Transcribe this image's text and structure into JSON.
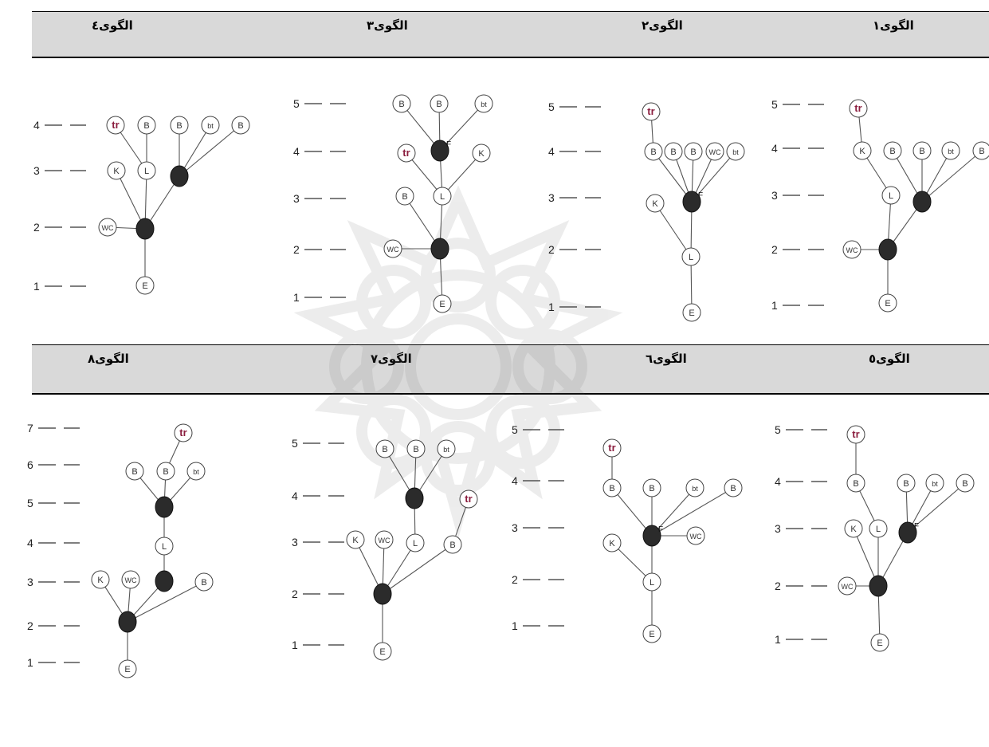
{
  "titles": [
    "الگوی۱",
    "الگوی۲",
    "الگوی۳",
    "الگوی٤",
    "الگوی٥",
    "الگوی٦",
    "الگوی۷",
    "الگوی۸"
  ],
  "colors": {
    "dark_node": "#2b2b2b",
    "label_red": "#8b1e3f",
    "line": "#555555",
    "band": "#d9d9d9"
  },
  "patterns": [
    {
      "id": "p1",
      "levels": [
        "1",
        "2",
        "3",
        "4",
        "5"
      ],
      "nodes": [
        {
          "id": "tr",
          "label": "tr"
        },
        {
          "id": "K",
          "label": "K"
        },
        {
          "id": "B1",
          "label": "B"
        },
        {
          "id": "B2",
          "label": "B"
        },
        {
          "id": "bt",
          "label": "bt"
        },
        {
          "id": "B3",
          "label": "B"
        },
        {
          "id": "L",
          "label": "L"
        },
        {
          "id": "F",
          "label": ""
        },
        {
          "id": "WC",
          "label": "WC"
        },
        {
          "id": "N",
          "label": ""
        },
        {
          "id": "E",
          "label": "E"
        }
      ],
      "edges": [
        [
          "tr",
          "K"
        ],
        [
          "K",
          "L"
        ],
        [
          "B1",
          "F"
        ],
        [
          "B2",
          "F"
        ],
        [
          "bt",
          "F"
        ],
        [
          "B3",
          "F"
        ],
        [
          "L",
          "N"
        ],
        [
          "F",
          "N"
        ],
        [
          "WC",
          "N"
        ],
        [
          "N",
          "E"
        ]
      ]
    },
    {
      "id": "p2",
      "levels": [
        "1",
        "2",
        "3",
        "4",
        "5"
      ],
      "nodes": [
        {
          "id": "tr",
          "label": "tr"
        },
        {
          "id": "B1",
          "label": "B"
        },
        {
          "id": "B2",
          "label": "B"
        },
        {
          "id": "B3",
          "label": "B"
        },
        {
          "id": "WC",
          "label": "WC"
        },
        {
          "id": "bt",
          "label": "bt"
        },
        {
          "id": "K",
          "label": "K"
        },
        {
          "id": "F",
          "label": "F"
        },
        {
          "id": "L",
          "label": "L"
        },
        {
          "id": "E",
          "label": "E"
        }
      ],
      "edges": [
        [
          "tr",
          "B1"
        ],
        [
          "B1",
          "F"
        ],
        [
          "B2",
          "F"
        ],
        [
          "B3",
          "F"
        ],
        [
          "WC",
          "F"
        ],
        [
          "bt",
          "F"
        ],
        [
          "K",
          "L"
        ],
        [
          "F",
          "L"
        ],
        [
          "L",
          "E"
        ]
      ]
    },
    {
      "id": "p3",
      "levels": [
        "1",
        "2",
        "3",
        "4",
        "5"
      ],
      "nodes": [
        {
          "id": "B1",
          "label": "B"
        },
        {
          "id": "B2",
          "label": "B"
        },
        {
          "id": "bt",
          "label": "bt"
        },
        {
          "id": "tr",
          "label": "tr"
        },
        {
          "id": "F",
          "label": "F"
        },
        {
          "id": "K",
          "label": "K"
        },
        {
          "id": "B3",
          "label": "B"
        },
        {
          "id": "L",
          "label": "L"
        },
        {
          "id": "WC",
          "label": "WC"
        },
        {
          "id": "N",
          "label": ""
        },
        {
          "id": "E",
          "label": "E"
        }
      ],
      "edges": [
        [
          "B1",
          "F"
        ],
        [
          "B2",
          "F"
        ],
        [
          "bt",
          "F"
        ],
        [
          "tr",
          "L"
        ],
        [
          "F",
          "L"
        ],
        [
          "K",
          "L"
        ],
        [
          "B3",
          "N"
        ],
        [
          "L",
          "N"
        ],
        [
          "WC",
          "N"
        ],
        [
          "N",
          "E"
        ]
      ]
    },
    {
      "id": "p4",
      "levels": [
        "1",
        "2",
        "3",
        "4"
      ],
      "nodes": [
        {
          "id": "tr",
          "label": "tr"
        },
        {
          "id": "B1",
          "label": "B"
        },
        {
          "id": "B2",
          "label": "B"
        },
        {
          "id": "bt",
          "label": "bt"
        },
        {
          "id": "B3",
          "label": "B"
        },
        {
          "id": "K",
          "label": "K"
        },
        {
          "id": "L",
          "label": "L"
        },
        {
          "id": "F",
          "label": ""
        },
        {
          "id": "WC",
          "label": "WC"
        },
        {
          "id": "N",
          "label": ""
        },
        {
          "id": "E",
          "label": "E"
        }
      ],
      "edges": [
        [
          "tr",
          "L"
        ],
        [
          "B1",
          "L"
        ],
        [
          "B2",
          "F"
        ],
        [
          "bt",
          "F"
        ],
        [
          "B3",
          "F"
        ],
        [
          "K",
          "N"
        ],
        [
          "L",
          "N"
        ],
        [
          "F",
          "N"
        ],
        [
          "WC",
          "N"
        ],
        [
          "N",
          "E"
        ]
      ]
    },
    {
      "id": "p5",
      "levels": [
        "1",
        "2",
        "3",
        "4",
        "5"
      ],
      "nodes": [
        {
          "id": "tr",
          "label": "tr"
        },
        {
          "id": "B1",
          "label": "B"
        },
        {
          "id": "B2",
          "label": "B"
        },
        {
          "id": "bt",
          "label": "bt"
        },
        {
          "id": "B3",
          "label": "B"
        },
        {
          "id": "K",
          "label": "K"
        },
        {
          "id": "L",
          "label": "L"
        },
        {
          "id": "F",
          "label": "F"
        },
        {
          "id": "WC",
          "label": "WC"
        },
        {
          "id": "N",
          "label": ""
        },
        {
          "id": "E",
          "label": "E"
        }
      ],
      "edges": [
        [
          "tr",
          "B1"
        ],
        [
          "B1",
          "L"
        ],
        [
          "B2",
          "F"
        ],
        [
          "bt",
          "F"
        ],
        [
          "B3",
          "F"
        ],
        [
          "K",
          "N"
        ],
        [
          "L",
          "N"
        ],
        [
          "F",
          "N"
        ],
        [
          "WC",
          "N"
        ],
        [
          "N",
          "E"
        ]
      ]
    },
    {
      "id": "p6",
      "levels": [
        "1",
        "2",
        "3",
        "4",
        "5"
      ],
      "nodes": [
        {
          "id": "tr",
          "label": "tr"
        },
        {
          "id": "B1",
          "label": "B"
        },
        {
          "id": "B2",
          "label": "B"
        },
        {
          "id": "bt",
          "label": "bt"
        },
        {
          "id": "B3",
          "label": "B"
        },
        {
          "id": "K",
          "label": "K"
        },
        {
          "id": "F",
          "label": "F"
        },
        {
          "id": "WC",
          "label": "WC"
        },
        {
          "id": "L",
          "label": "L"
        },
        {
          "id": "E",
          "label": "E"
        }
      ],
      "edges": [
        [
          "tr",
          "B1"
        ],
        [
          "B1",
          "F"
        ],
        [
          "B2",
          "F"
        ],
        [
          "bt",
          "F"
        ],
        [
          "B3",
          "F"
        ],
        [
          "WC",
          "F"
        ],
        [
          "K",
          "L"
        ],
        [
          "F",
          "L"
        ],
        [
          "L",
          "E"
        ]
      ]
    },
    {
      "id": "p7",
      "levels": [
        "1",
        "2",
        "3",
        "4",
        "5"
      ],
      "nodes": [
        {
          "id": "B1",
          "label": "B"
        },
        {
          "id": "B2",
          "label": "B"
        },
        {
          "id": "bt",
          "label": "bt"
        },
        {
          "id": "tr",
          "label": "tr"
        },
        {
          "id": "F",
          "label": ""
        },
        {
          "id": "K",
          "label": "K"
        },
        {
          "id": "WC",
          "label": "WC"
        },
        {
          "id": "L",
          "label": "L"
        },
        {
          "id": "B3",
          "label": "B"
        },
        {
          "id": "N",
          "label": ""
        },
        {
          "id": "E",
          "label": "E"
        }
      ],
      "edges": [
        [
          "B1",
          "F"
        ],
        [
          "B2",
          "F"
        ],
        [
          "bt",
          "F"
        ],
        [
          "F",
          "L"
        ],
        [
          "tr",
          "B3"
        ],
        [
          "K",
          "N"
        ],
        [
          "WC",
          "N"
        ],
        [
          "L",
          "N"
        ],
        [
          "B3",
          "N"
        ],
        [
          "N",
          "E"
        ]
      ]
    },
    {
      "id": "p8",
      "levels": [
        "1",
        "2",
        "3",
        "4",
        "5",
        "6",
        "7"
      ],
      "nodes": [
        {
          "id": "tr",
          "label": "tr"
        },
        {
          "id": "B1",
          "label": "B"
        },
        {
          "id": "B2",
          "label": "B"
        },
        {
          "id": "bt",
          "label": "bt"
        },
        {
          "id": "F1",
          "label": ""
        },
        {
          "id": "L",
          "label": "L"
        },
        {
          "id": "K",
          "label": "K"
        },
        {
          "id": "WC",
          "label": "WC"
        },
        {
          "id": "F2",
          "label": ""
        },
        {
          "id": "B3",
          "label": "B"
        },
        {
          "id": "N",
          "label": ""
        },
        {
          "id": "E",
          "label": "E"
        }
      ],
      "edges": [
        [
          "tr",
          "B2"
        ],
        [
          "B1",
          "F1"
        ],
        [
          "B2",
          "F1"
        ],
        [
          "bt",
          "F1"
        ],
        [
          "F1",
          "L"
        ],
        [
          "L",
          "F2"
        ],
        [
          "K",
          "N"
        ],
        [
          "WC",
          "N"
        ],
        [
          "F2",
          "N"
        ],
        [
          "B3",
          "N"
        ],
        [
          "N",
          "E"
        ]
      ]
    }
  ]
}
